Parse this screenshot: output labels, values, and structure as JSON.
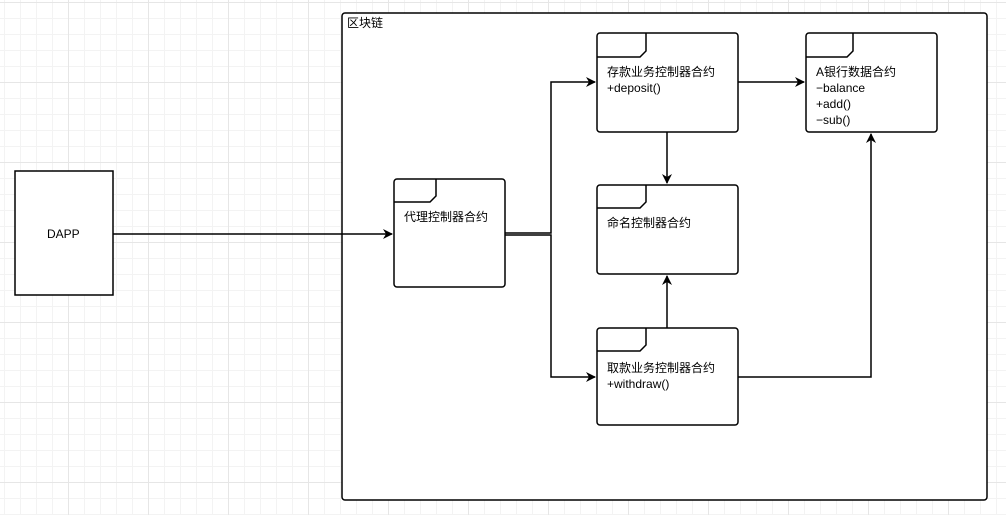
{
  "blockchain": {
    "label": "区块链"
  },
  "dapp": {
    "label": "DAPP"
  },
  "proxy": {
    "name": "代理控制器合约"
  },
  "deposit": {
    "name": "存款业务控制器合约",
    "method": "+deposit()"
  },
  "naming": {
    "name": "命名控制器合约"
  },
  "withdraw": {
    "name": "取款业务控制器合约",
    "method": "+withdraw()"
  },
  "bank": {
    "name": "A银行数据合约",
    "fields": [
      "−balance",
      "+add()",
      "−sub()"
    ]
  }
}
